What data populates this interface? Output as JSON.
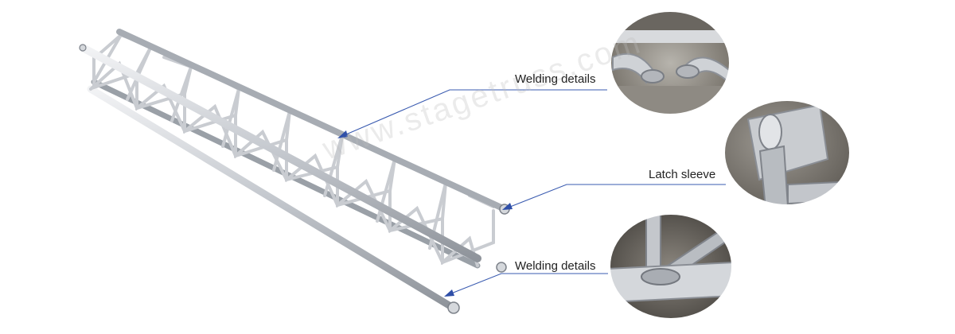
{
  "callouts": [
    {
      "label": "Welding details"
    },
    {
      "label": "Latch sleeve"
    },
    {
      "label": "Welding details"
    }
  ],
  "watermark": "www.stagetruss.com",
  "colors": {
    "callout_line": "#3a5bb0",
    "arrow_head": "#2f4fa8",
    "truss_light": "#e4e6e9",
    "truss_mid": "#b9bdc3",
    "truss_dark": "#8a8f96"
  }
}
